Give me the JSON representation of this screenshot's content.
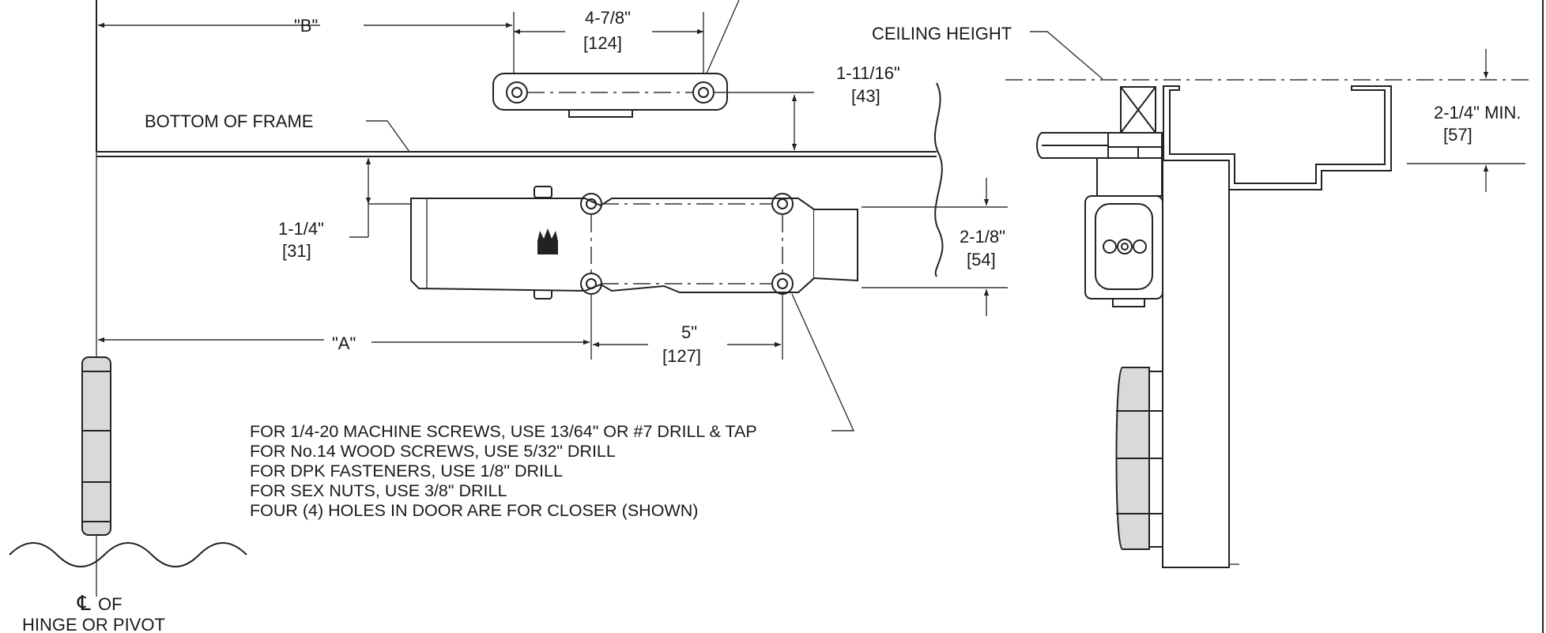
{
  "dimensions": {
    "b_label": "\"B\"",
    "a_label": "\"A\"",
    "arm_spacing_in": "4-7/8\"",
    "arm_spacing_mm": "[124]",
    "shoe_offset_in": "1-11/16\"",
    "shoe_offset_mm": "[43]",
    "body_offset_in": "1-1/4\"",
    "body_offset_mm": "[31]",
    "hole_spacing_in": "5\"",
    "hole_spacing_mm": "[127]",
    "body_height_in": "2-1/8\"",
    "body_height_mm": "[54]",
    "ceiling_min_in": "2-1/4\" MIN.",
    "ceiling_min_mm": "[57]"
  },
  "labels": {
    "bottom_of_frame": "BOTTOM OF FRAME",
    "ceiling_height": "CEILING HEIGHT",
    "centerline_symbol": "℄",
    "hinge_of": "OF",
    "hinge_or_pivot": "HINGE OR PIVOT"
  },
  "notes": [
    "FOR 1/4-20 MACHINE SCREWS, USE 13/64\" OR #7 DRILL & TAP",
    "FOR No.14 WOOD SCREWS, USE 5/32\" DRILL",
    "FOR DPK FASTENERS, USE 1/8\" DRILL",
    "FOR SEX NUTS, USE 3/8\" DRILL",
    "FOUR (4) HOLES IN DOOR ARE FOR CLOSER (SHOWN)"
  ]
}
